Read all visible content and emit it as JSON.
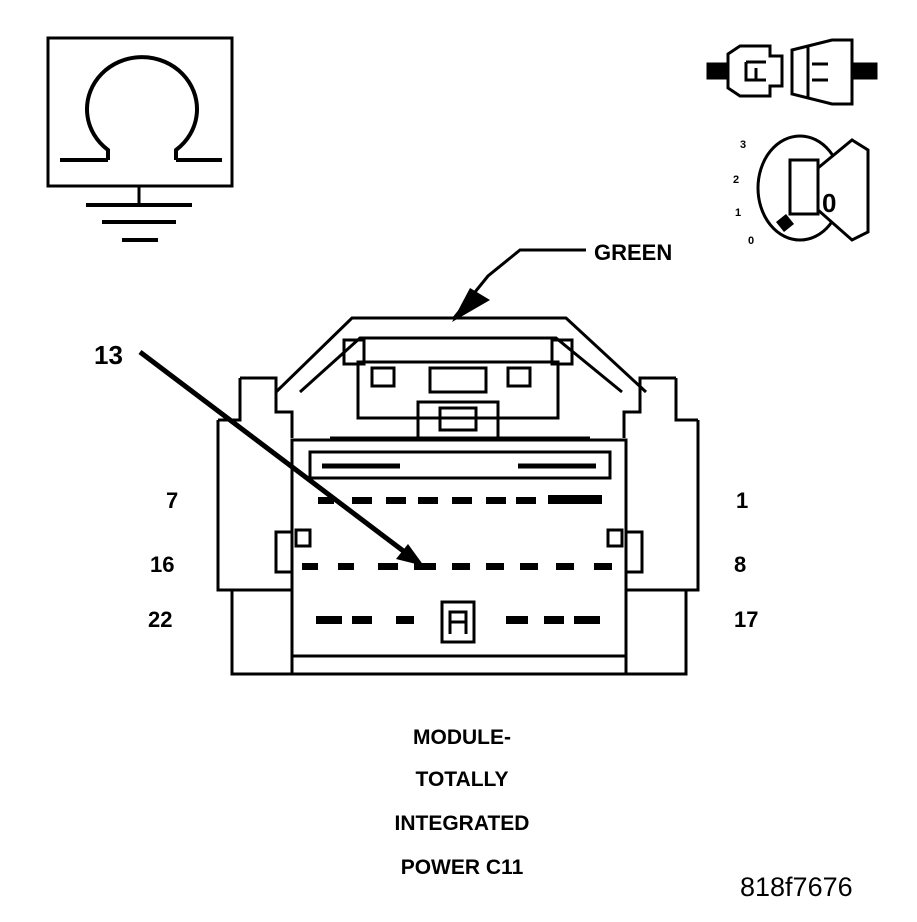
{
  "icons": {
    "ohmmeter": "ohmmeter-ground-icon",
    "connector": "disconnected-connector-icon",
    "ignition": "ignition-key-off-icon"
  },
  "ignition": {
    "positions": [
      "3",
      "2",
      "1",
      "0"
    ],
    "key_label": "0"
  },
  "color_callout": "GREEN",
  "pin_callout": "13",
  "pin_labels": {
    "row1_left": "7",
    "row1_right": "1",
    "row2_left": "16",
    "row2_right": "8",
    "row3_left": "22",
    "row3_right": "17"
  },
  "caption": [
    "MODULE-",
    "TOTALLY",
    "INTEGRATED",
    "POWER C11"
  ],
  "figure_id": "818f7676"
}
